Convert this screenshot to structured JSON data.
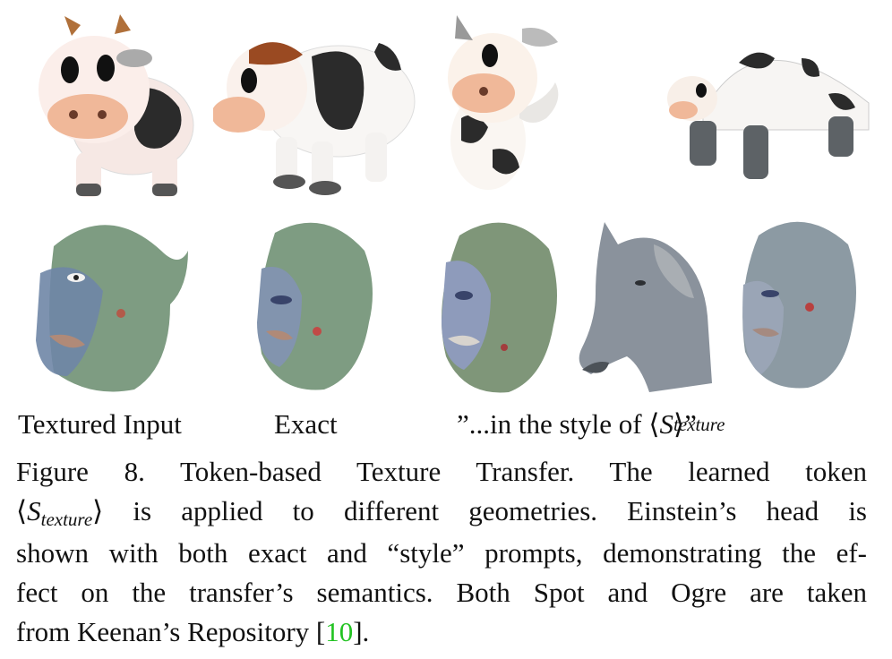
{
  "labels": {
    "textured_input": "Textured Input",
    "exact": "Exact",
    "style_prefix": "”...in the style of ⟨",
    "style_symbol": "S",
    "style_subscript": "texture",
    "style_suffix": "⟩”"
  },
  "caption": {
    "line1": "Figure 8.   Token-based Texture Transfer.   The learned token",
    "line2_open": "⟨",
    "line2_symbol": "S",
    "line2_subscript": "texture",
    "line2_rest": "⟩ is applied to different geometries.  Einstein’s head is",
    "line3": "shown with both exact and “style” prompts, demonstrating the ef-",
    "line4": "fect on the transfer’s semantics.  Both Spot and Ogre are taken",
    "line5_text": "from Keenan’s Repository [",
    "line5_ref": "10",
    "line5_end": "]."
  },
  "colors": {
    "ref_link": "#22c322",
    "cow_body": "#f6e8e4",
    "cow_spot": "#2b2b2b",
    "cow_snout": "#f0b899",
    "cow_horn": "#b0703a",
    "head_green": "#7e9c82",
    "head_blue": "#6f86a6"
  }
}
